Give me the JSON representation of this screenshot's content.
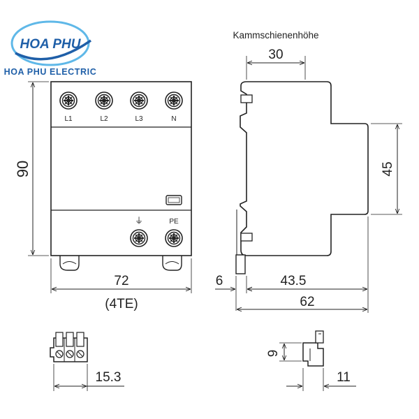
{
  "brand": {
    "logo_text": "HOA PHU",
    "company_name": "HOA PHU ELECTRIC",
    "color_blue": "#1f5fa8",
    "color_light_blue": "#5fb8e8"
  },
  "front_view": {
    "terminals_top": [
      "L1",
      "L2",
      "L3",
      "N"
    ],
    "terminals_bottom": [
      "⏚",
      "PE"
    ],
    "height_dim": "90",
    "width_dim": "72",
    "width_note": "(4TE)"
  },
  "side_view": {
    "busbar_label": "Kammschienenhöhe",
    "busbar_dim": "30",
    "height_dim": "45",
    "offset_dim": "6",
    "depth_dim": "43.5",
    "total_depth_dim": "62"
  },
  "connector_front": {
    "width_dim": "15.3"
  },
  "connector_side": {
    "height_dim": "9",
    "width_dim": "11"
  }
}
